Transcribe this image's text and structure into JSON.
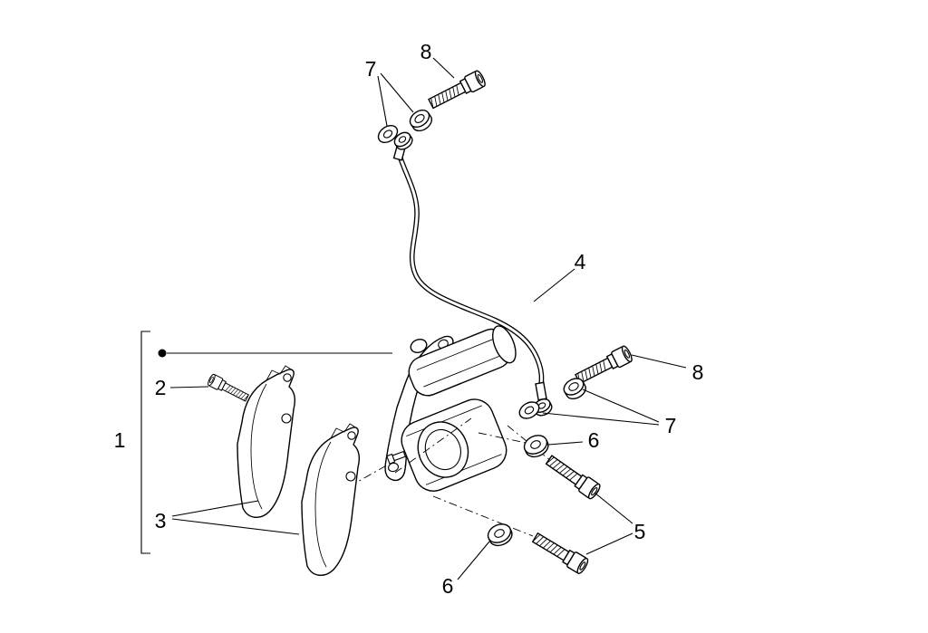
{
  "page": {
    "background_color": "#ffffff",
    "line_color": "#000000"
  },
  "diagram": {
    "callouts": {
      "c1": "1",
      "c2": "2",
      "c3": "3",
      "c4": "4",
      "c5": "5",
      "c6_upper": "6",
      "c6_lower": "6",
      "c7_top": "7",
      "c7_right": "7",
      "c8_top": "8",
      "c8_right": "8"
    }
  }
}
